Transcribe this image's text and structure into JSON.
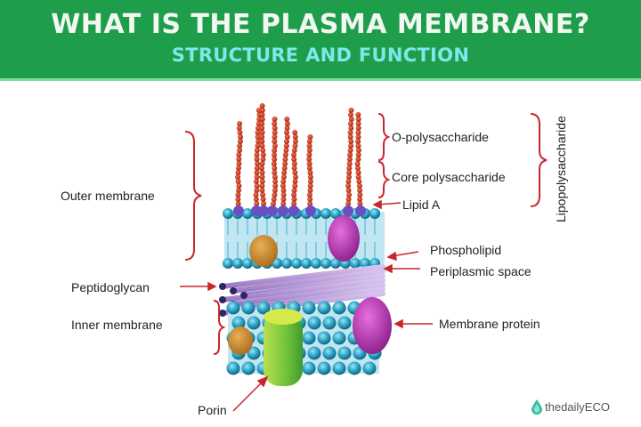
{
  "header": {
    "title": "WHAT IS THE PLASMA MEMBRANE?",
    "subtitle": "STRUCTURE AND FUNCTION"
  },
  "labels": {
    "o_polysaccharide": "O-polysaccharide",
    "core_polysaccharide": "Core polysaccharide",
    "lipid_a": "Lipid A",
    "lipopolysaccharide": "Lipopolysaccharide",
    "outer_membrane": "Outer membrane",
    "phospholipid": "Phospholipid",
    "periplasmic_space": "Periplasmic space",
    "peptidoglycan": "Peptidoglycan",
    "inner_membrane": "Inner membrane",
    "membrane_protein": "Membrane protein",
    "porin": "Porin"
  },
  "logo": {
    "text": "thedailyECO"
  },
  "colors": {
    "header_bg": "#1e9e4a",
    "title": "#f2f7f2",
    "subtitle": "#7fe6ea",
    "bracket": "#c9252b",
    "lipid_head": "#2a9fc0",
    "lps_chain": "#c8321e",
    "porin": "#8fd13a",
    "membrane_protein": "#c23cb8",
    "peptidoglycan": "#b79ad6"
  }
}
